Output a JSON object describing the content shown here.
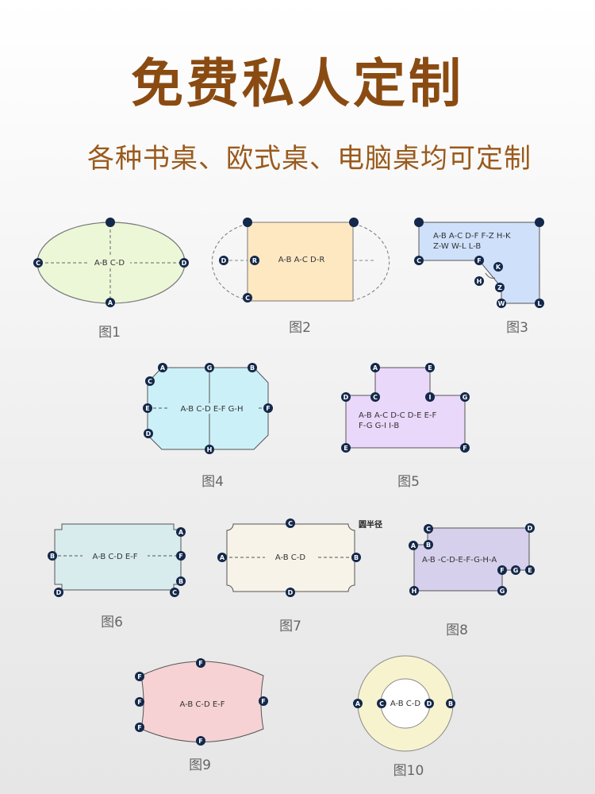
{
  "header": {
    "title": "免费私人定制",
    "subtitle": "各种书桌、欧式桌、电脑桌均可定制"
  },
  "colors": {
    "title": "#8a4b12",
    "node": "#13284a",
    "fig1": "#ecf7d8",
    "fig2": "#fde8c2",
    "fig3": "#cfe0fb",
    "fig4": "#ccf0f8",
    "fig5": "#ead8fb",
    "fig6": "#d8ecee",
    "fig7": "#f7f3e8",
    "fig8": "#d6d0ec",
    "fig9": "#f6d2d4",
    "fig10": "#f7f3cf"
  },
  "figures": {
    "fig1": {
      "caption": "图1",
      "label": "A-B C-D",
      "nodes": [
        "A",
        "C",
        "D"
      ]
    },
    "fig2": {
      "caption": "图2",
      "label": "A-B A-C D-R",
      "nodes": [
        "D",
        "R",
        "C"
      ]
    },
    "fig3": {
      "caption": "图3",
      "label_line1": "A-B A-C D-F F-Z H-K",
      "label_line2": "Z-W W-L L-B",
      "nodes": [
        "C",
        "F",
        "K",
        "H",
        "Z",
        "W",
        "L"
      ]
    },
    "fig4": {
      "caption": "图4",
      "label": "A-B C-D E-F G-H",
      "nodes": [
        "A",
        "G",
        "B",
        "C",
        "E",
        "F",
        "D",
        "H"
      ]
    },
    "fig5": {
      "caption": "图5",
      "label_line1": "A-B A-C D-C D-E E-F",
      "label_line2": "F-G G-I I-B",
      "nodes": [
        "A",
        "E",
        "D",
        "C",
        "I",
        "G",
        "E",
        "F"
      ]
    },
    "fig6": {
      "caption": "图6",
      "label": "A-B C-D E-F",
      "nodes": [
        "A",
        "B",
        "F",
        "B",
        "D",
        "C"
      ]
    },
    "fig7": {
      "caption": "图7",
      "label": "A-B C-D",
      "note": "圆半径",
      "nodes": [
        "C",
        "A",
        "B",
        "D"
      ]
    },
    "fig8": {
      "caption": "图8",
      "label": "A-B -C-D-E-F-G-H-A",
      "nodes": [
        "C",
        "D",
        "A",
        "B",
        "F",
        "G",
        "E",
        "H",
        "G"
      ]
    },
    "fig9": {
      "caption": "图9",
      "label": "A-B C-D E-F",
      "nodes": [
        "F",
        "F",
        "F",
        "F",
        "F"
      ]
    },
    "fig10": {
      "caption": "图10",
      "label": "A-B C-D",
      "nodes": [
        "A",
        "C",
        "D",
        "B"
      ]
    }
  }
}
